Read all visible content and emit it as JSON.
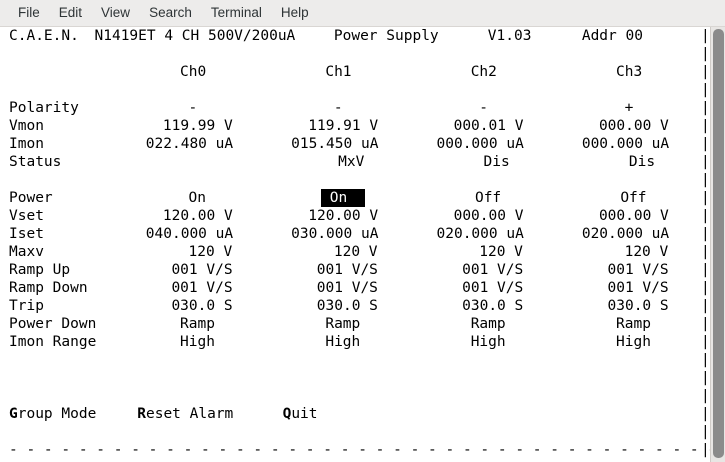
{
  "menubar": {
    "items": [
      {
        "label": "File",
        "name": "menu-file"
      },
      {
        "label": "Edit",
        "name": "menu-edit"
      },
      {
        "label": "View",
        "name": "menu-view"
      },
      {
        "label": "Search",
        "name": "menu-search"
      },
      {
        "label": "Terminal",
        "name": "menu-terminal"
      },
      {
        "label": "Help",
        "name": "menu-help"
      }
    ]
  },
  "terminal": {
    "header": {
      "manufacturer": "C.A.E.N.",
      "model": "N1419ET 4 CH 500V/200uA",
      "device": "Power Supply",
      "version": "V1.03",
      "address": "Addr 00"
    },
    "channels": [
      "Ch0",
      "Ch1",
      "Ch2",
      "Ch3"
    ],
    "monitor_rows": [
      {
        "label": "Polarity",
        "values": [
          "-",
          "-",
          "-",
          "+"
        ]
      },
      {
        "label": "Vmon",
        "values": [
          "119.99 V",
          "119.91 V",
          "000.01 V",
          "000.00 V"
        ]
      },
      {
        "label": "Imon",
        "values": [
          "022.480 uA",
          "015.450 uA",
          "000.000 uA",
          "000.000 uA"
        ]
      },
      {
        "label": "Status",
        "values": [
          "",
          "MxV",
          "Dis",
          "Dis"
        ]
      }
    ],
    "setting_rows": [
      {
        "label": "Power",
        "values": [
          "On",
          "On",
          "Off",
          "Off"
        ],
        "highlight": 1
      },
      {
        "label": "Vset",
        "values": [
          "120.00 V",
          "120.00 V",
          "000.00 V",
          "000.00 V"
        ]
      },
      {
        "label": "Iset",
        "values": [
          "040.000 uA",
          "030.000 uA",
          "020.000 uA",
          "020.000 uA"
        ]
      },
      {
        "label": "Maxv",
        "values": [
          "120 V",
          "120 V",
          "120 V",
          "120 V"
        ]
      },
      {
        "label": "Ramp Up",
        "values": [
          "001 V/S",
          "001 V/S",
          "001 V/S",
          "001 V/S"
        ]
      },
      {
        "label": "Ramp Down",
        "values": [
          "001 V/S",
          "001 V/S",
          "001 V/S",
          "001 V/S"
        ]
      },
      {
        "label": "Trip",
        "values": [
          "030.0 S",
          "030.0 S",
          "030.0 S",
          "030.0 S"
        ]
      },
      {
        "label": "Power Down",
        "values": [
          "Ramp",
          "Ramp",
          "Ramp",
          "Ramp"
        ]
      },
      {
        "label": "Imon Range",
        "values": [
          "High",
          "High",
          "High",
          "High"
        ]
      }
    ],
    "commands": [
      {
        "hotkey": "G",
        "rest": "roup Mode",
        "name": "command-group-mode"
      },
      {
        "hotkey": "R",
        "rest": "eset Alarm",
        "name": "command-reset-alarm"
      },
      {
        "hotkey": "Q",
        "rest": "uit",
        "name": "command-quit"
      }
    ],
    "border_char": "|",
    "separator": "- - - - - - - - - - - - - - - - - - - - - - - - - - - - - - - - - - - - - - - - - -"
  },
  "colors": {
    "terminal_bg": "#ffffff",
    "terminal_fg": "#000000",
    "highlight_bg": "#000000",
    "highlight_fg": "#ffffff",
    "menubar_bg": "#edeceb",
    "scrollbar_thumb": "#8b8b8b"
  }
}
